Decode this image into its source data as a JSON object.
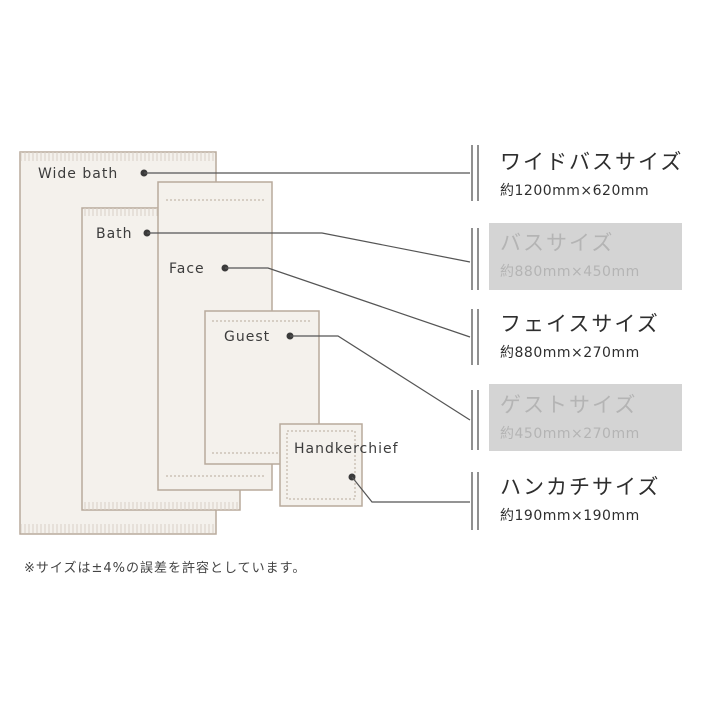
{
  "towels": [
    {
      "id": "wide_bath",
      "label": "Wide bath"
    },
    {
      "id": "bath",
      "label": "Bath"
    },
    {
      "id": "face",
      "label": "Face"
    },
    {
      "id": "guest",
      "label": "Guest"
    },
    {
      "id": "handkerchief",
      "label": "Handkerchief"
    }
  ],
  "sizes": [
    {
      "name": "ワイドバスサイズ",
      "dims": "約1200mm×620mm",
      "highlighted": false
    },
    {
      "name": "バスサイズ",
      "dims": "約880mm×450mm",
      "highlighted": true
    },
    {
      "name": "フェイスサイズ",
      "dims": "約880mm×270mm",
      "highlighted": false
    },
    {
      "name": "ゲストサイズ",
      "dims": "約450mm×270mm",
      "highlighted": true
    },
    {
      "name": "ハンカチサイズ",
      "dims": "約190mm×190mm",
      "highlighted": false
    }
  ],
  "note": "※サイズは±4%の誤差を許容としています。",
  "colors": {
    "towel_fill": "#f4f1ec",
    "towel_border": "#b8aa9c",
    "line": "#555555",
    "highlight_bg": "#d4d4d4"
  }
}
